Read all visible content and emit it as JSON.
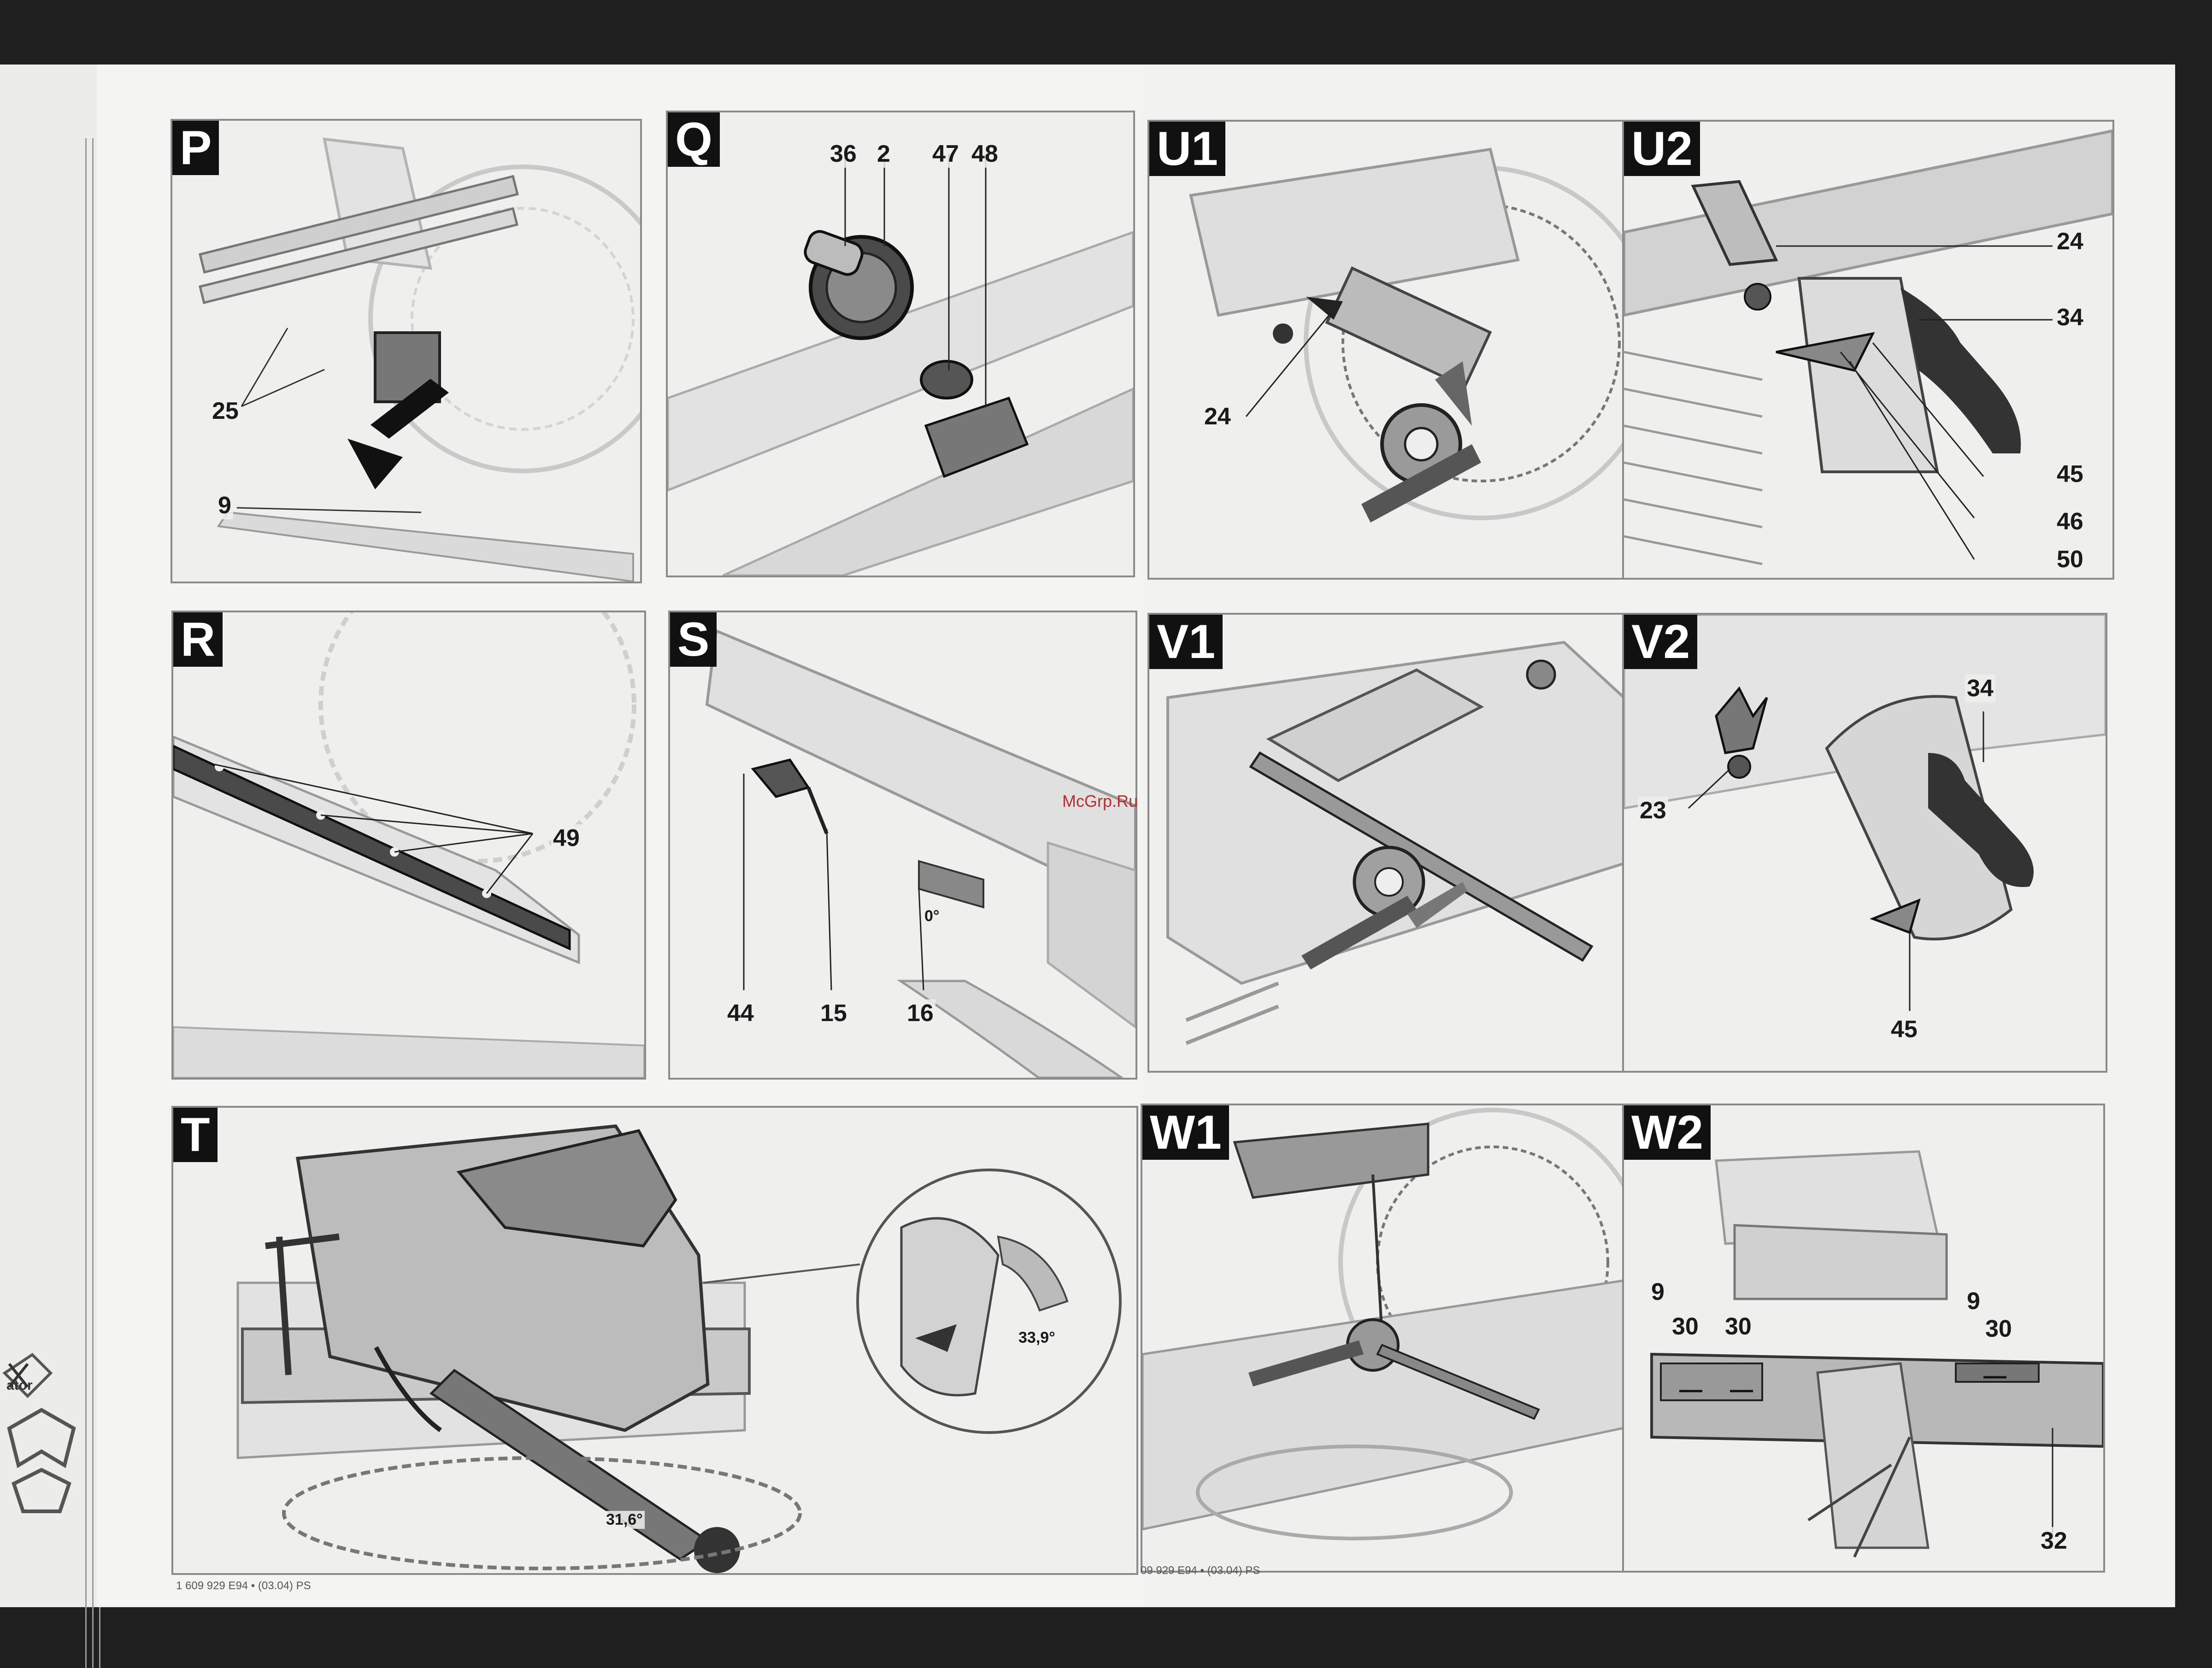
{
  "panels": [
    {
      "id": "P",
      "letter": "P",
      "callouts": [
        "25",
        "9"
      ]
    },
    {
      "id": "Q",
      "letter": "Q",
      "callouts": [
        "36",
        "2",
        "47",
        "48"
      ]
    },
    {
      "id": "U1",
      "letter": "U1",
      "callouts": [
        "24"
      ]
    },
    {
      "id": "U2",
      "letter": "U2",
      "callouts": [
        "24",
        "34",
        "45",
        "46",
        "50"
      ]
    },
    {
      "id": "R",
      "letter": "R",
      "callouts": [
        "49"
      ]
    },
    {
      "id": "S",
      "letter": "S",
      "callouts": [
        "44",
        "15",
        "16",
        "0°"
      ]
    },
    {
      "id": "V1",
      "letter": "V1",
      "callouts": []
    },
    {
      "id": "V2",
      "letter": "V2",
      "callouts": [
        "34",
        "23",
        "45"
      ]
    },
    {
      "id": "T",
      "letter": "T",
      "callouts": [
        "33,9°",
        "31,6°"
      ]
    },
    {
      "id": "W1",
      "letter": "W1",
      "callouts": []
    },
    {
      "id": "W2",
      "letter": "W2",
      "callouts": [
        "9",
        "30",
        "30",
        "9",
        "30",
        "32"
      ]
    }
  ],
  "footer": {
    "left": "1 609 929 E94 • (03.04) PS",
    "right": "09 929 E94 • (03.04) PS"
  },
  "watermark": "McGrp.Ru",
  "recycle_label": "ator",
  "icons": {
    "recycle": "recycle-icon"
  }
}
